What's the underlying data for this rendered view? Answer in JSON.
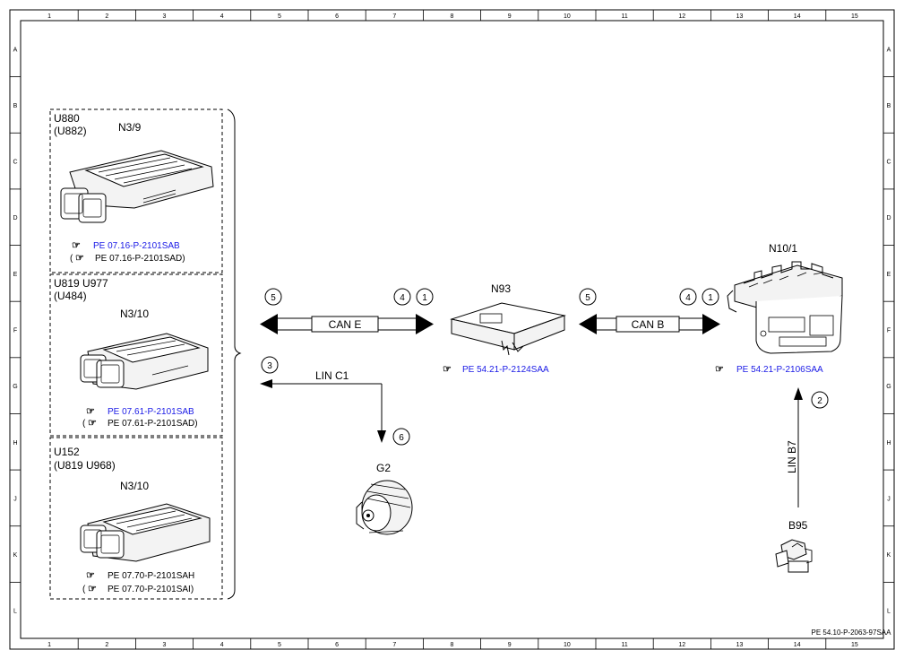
{
  "frame": {
    "columns": [
      "1",
      "2",
      "3",
      "4",
      "5",
      "6",
      "7",
      "8",
      "9",
      "10",
      "11",
      "12",
      "13",
      "14",
      "15"
    ],
    "rows": [
      "A",
      "B",
      "C",
      "D",
      "E",
      "F",
      "G",
      "H",
      "J",
      "K",
      "L"
    ],
    "drawing_number": "PE 54.10-P-2063-97SAA"
  },
  "modules": [
    {
      "codes": [
        "U880",
        "(U882)"
      ],
      "name": "N3/9",
      "refs": [
        {
          "text": "PE 07.16-P-2101SAB",
          "link": true,
          "paren": false
        },
        {
          "text": "PE 07.16-P-2101SAD)",
          "link": false,
          "paren": true
        }
      ]
    },
    {
      "codes": [
        "U819 U977",
        "(U484)"
      ],
      "name": "N3/10",
      "refs": [
        {
          "text": "PE 07.61-P-2101SAB",
          "link": true,
          "paren": false
        },
        {
          "text": "PE 07.61-P-2101SAD)",
          "link": false,
          "paren": true
        }
      ]
    },
    {
      "codes": [
        "U152",
        "(U819 U968)"
      ],
      "name": "N3/10",
      "refs": [
        {
          "text": "PE 07.70-P-2101SAH",
          "link": false,
          "paren": false
        },
        {
          "text": "PE 07.70-P-2101SAI)",
          "link": false,
          "paren": true
        }
      ]
    }
  ],
  "n93": {
    "name": "N93",
    "ref": "PE 54.21-P-2124SAA"
  },
  "n10": {
    "name": "N10/1",
    "ref": "PE 54.21-P-2106SAA"
  },
  "g2": {
    "name": "G2"
  },
  "b95": {
    "name": "B95"
  },
  "buses": {
    "can_e": "CAN E",
    "can_b": "CAN B",
    "lin_c1": "LIN C1",
    "lin_b7": "LIN B7"
  },
  "callouts": {
    "can_e_left": "5",
    "can_e_right_4": "4",
    "can_e_right_1": "1",
    "can_b_left": "5",
    "can_b_right_4": "4",
    "can_b_right_1": "1",
    "lin_c1_left": "3",
    "lin_c1_down": "6",
    "lin_b7": "2"
  },
  "colors": {
    "link": "#1a1ae6",
    "line": "#000000"
  },
  "icons": {
    "reference": "pointing-hand-icon"
  }
}
